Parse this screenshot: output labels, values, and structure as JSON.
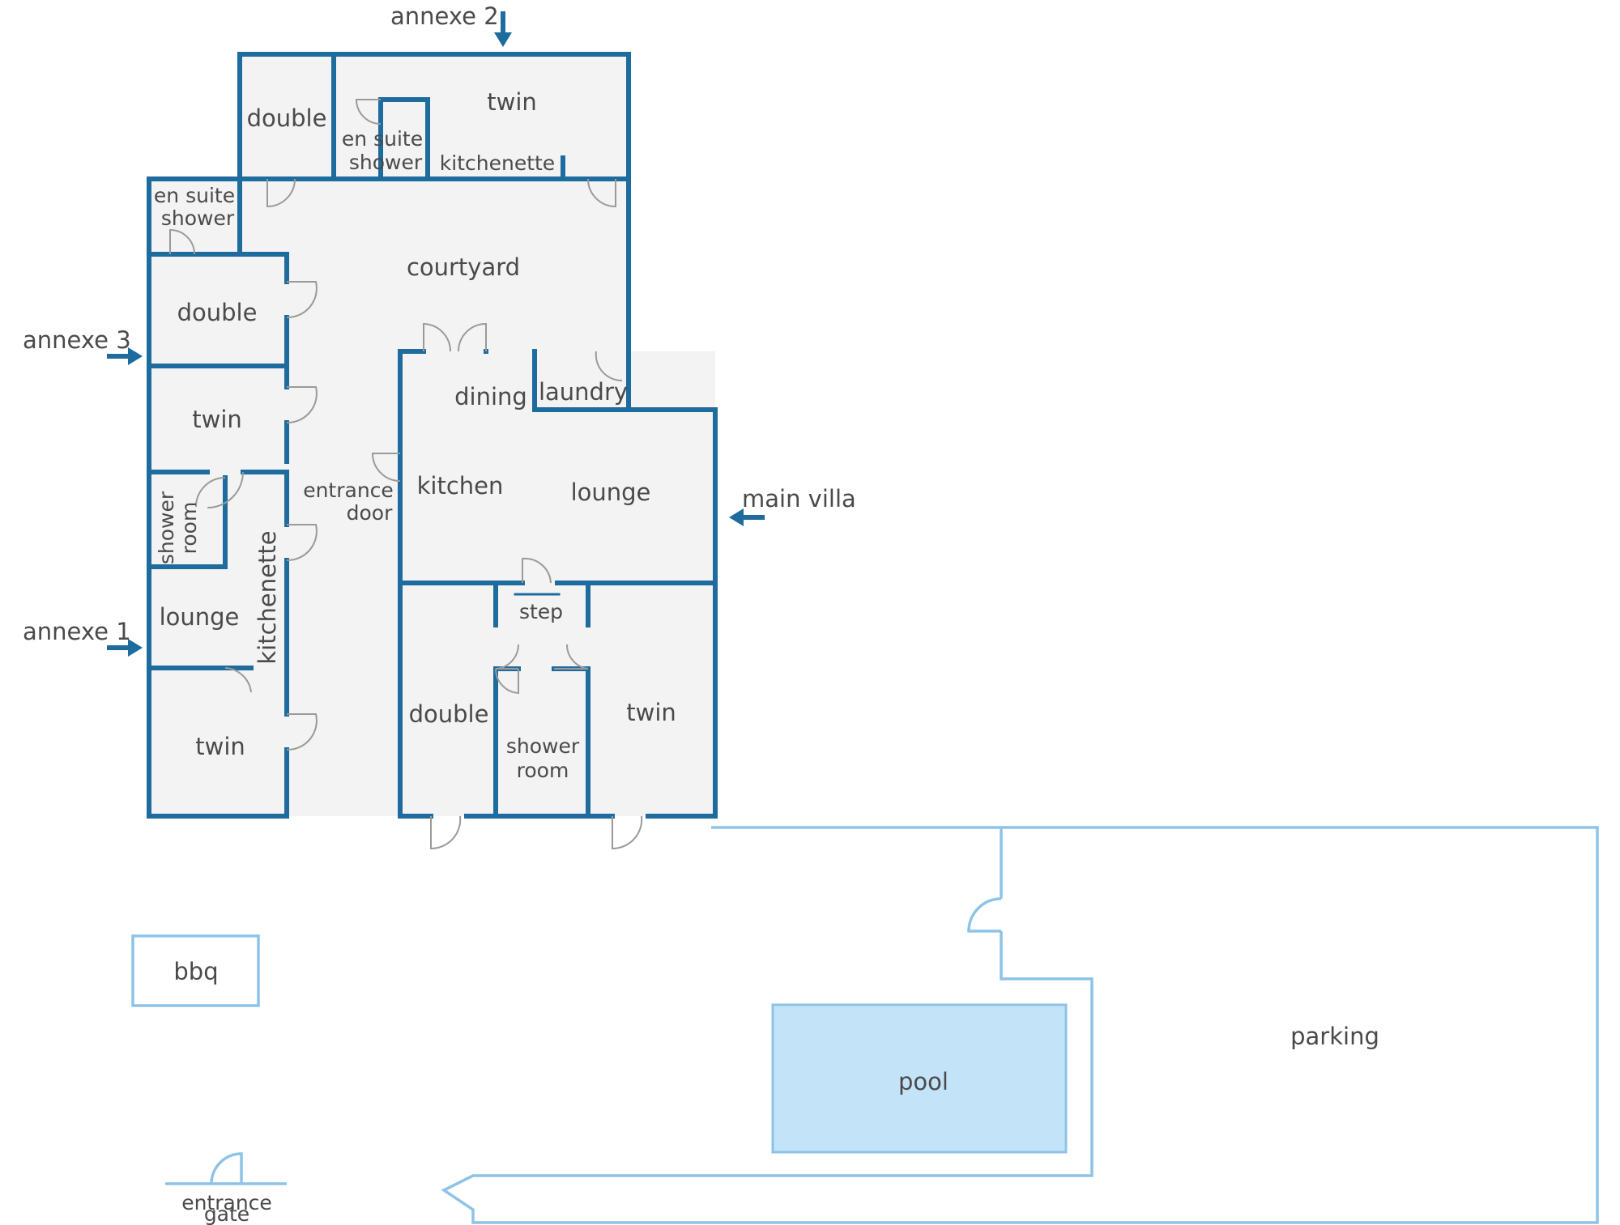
{
  "labels": {
    "annexe2": "annexe 2",
    "annexe3": "annexe 3",
    "annexe1": "annexe 1",
    "main_villa": "main villa",
    "top_double": "double",
    "top_twin": "twin",
    "top_en_suite": "en suite",
    "top_shower": "shower",
    "top_kitchenette": "kitchenette",
    "left_en_suite": "en suite",
    "left_shower": "shower",
    "courtyard": "courtyard",
    "left_double": "double",
    "left_twin": "twin",
    "shower_room_left_1": "shower",
    "shower_room_left_2": "room",
    "left_kitchenette": "kitchenette",
    "left_lounge": "lounge",
    "left_twin_bottom": "twin",
    "entrance_door_1": "entrance",
    "entrance_door_2": "door",
    "dining": "dining",
    "laundry": "laundry",
    "kitchen": "kitchen",
    "lounge": "lounge",
    "step": "step",
    "mv_double": "double",
    "mv_shower_1": "shower",
    "mv_shower_2": "room",
    "mv_twin": "twin",
    "bbq": "bbq",
    "pool": "pool",
    "parking": "parking",
    "gate_1": "entrance",
    "gate_2": "gate"
  },
  "colors": {
    "wall": "#1e6b9e",
    "floor": "#f3f3f3",
    "outdoor_outline": "#8ec3e8",
    "pool_fill": "#c3e3f8",
    "text": "#4a4a4a"
  }
}
